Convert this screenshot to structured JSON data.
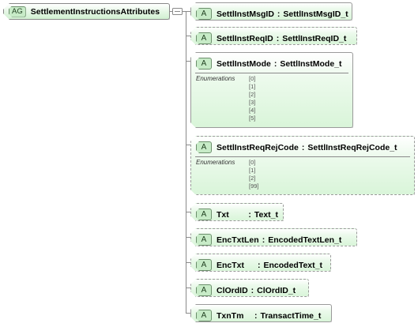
{
  "root": {
    "badge": "AG",
    "name": "SettlementInstructionsAttributes"
  },
  "enum_label": "Enumerations",
  "attributes": [
    {
      "badge": "A",
      "name": "SettlInstMsgID",
      "separator": ":",
      "type": "SettlInstMsgID_t",
      "required": true,
      "enumerations": []
    },
    {
      "badge": "A",
      "name": "SettlInstReqID",
      "separator": ":",
      "type": "SettlInstReqID_t",
      "required": false,
      "enumerations": []
    },
    {
      "badge": "A",
      "name": "SettlInstMode",
      "separator": ":",
      "type": "SettlInstMode_t",
      "required": true,
      "enumerations": [
        "[0]",
        "[1]",
        "[2]",
        "[3]",
        "[4]",
        "[5]"
      ]
    },
    {
      "badge": "A",
      "name": "SettlInstReqRejCode",
      "separator": ":",
      "type": "SettlInstReqRejCode_t",
      "required": false,
      "enumerations": [
        "[0]",
        "[1]",
        "[2]",
        "[99]"
      ]
    },
    {
      "badge": "A",
      "name": "Txt",
      "separator": ":",
      "type": "Text_t",
      "required": false,
      "enumerations": []
    },
    {
      "badge": "A",
      "name": "EncTxtLen",
      "separator": ":",
      "type": "EncodedTextLen_t",
      "required": false,
      "enumerations": []
    },
    {
      "badge": "A",
      "name": "EncTxt",
      "separator": ":",
      "type": "EncodedText_t",
      "required": false,
      "enumerations": []
    },
    {
      "badge": "A",
      "name": "ClOrdID",
      "separator": ":",
      "type": "ClOrdID_t",
      "required": false,
      "enumerations": []
    },
    {
      "badge": "A",
      "name": "TxnTm",
      "separator": ":",
      "type": "TransactTime_t",
      "required": true,
      "enumerations": []
    }
  ]
}
